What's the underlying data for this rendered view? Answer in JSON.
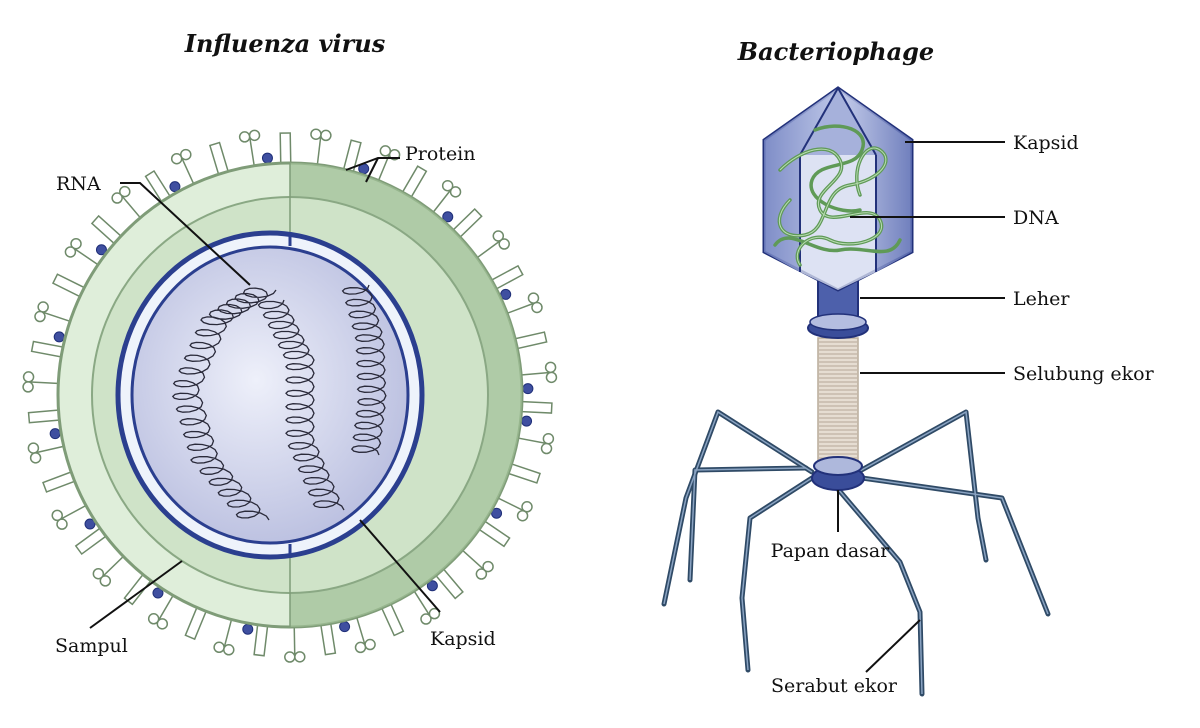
{
  "influenza": {
    "title": "Influenza virus",
    "labels": {
      "rna": "RNA",
      "protein": "Protein",
      "sampul": "Sampul",
      "kapsid": "Kapsid"
    }
  },
  "bacteriophage": {
    "title": "Bacteriophage",
    "labels": {
      "kapsid": "Kapsid",
      "dna": "DNA",
      "leher": "Leher",
      "selubung_ekor": "Selubung ekor",
      "papan_dasar": "Papan dasar",
      "serabut_ekor": "Serabut ekor"
    }
  },
  "colors": {
    "envelope_light": "#e3efdf",
    "envelope_dark": "#a9c6a0",
    "envelope_stroke": "#7f9c78",
    "capsid_blue": "#2b3f8f",
    "core_fill": "#c9cde6",
    "phage_blue": "#3a4d9a",
    "phage_light": "#aeb8dc",
    "dna_green": "#5f9a57",
    "fiber": "#2f4a66",
    "sheath": "#d9cfc2"
  }
}
